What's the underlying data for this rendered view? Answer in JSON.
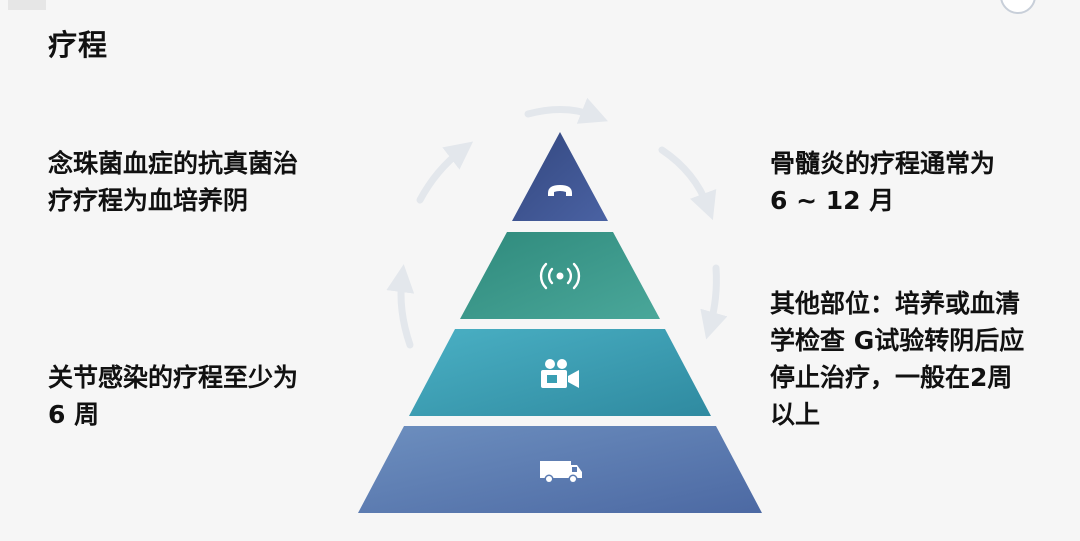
{
  "slide": {
    "title": "疗程",
    "notes": {
      "top_left": {
        "line1": "念珠菌血症的抗真菌治",
        "line2": "疗疗程为血培养阴"
      },
      "bottom_left": {
        "line1": "关节感染的疗程至少为",
        "line2": "6 周"
      },
      "top_right": {
        "line1": "骨髓炎的疗程通常为",
        "line2": "6 ~ 12 月"
      },
      "middle_right": {
        "line1": "其他部位：培养或血清",
        "line2": "学检查 G试验转阴后应",
        "line3": "停止治疗，一般在2周",
        "line4": "以上"
      }
    }
  },
  "pyramid": {
    "tiers": [
      {
        "icon": "phone-icon",
        "color": "#3b4f8e"
      },
      {
        "icon": "wireless-signal-icon",
        "color": "#3d9a8a"
      },
      {
        "icon": "video-camera-icon",
        "color": "#3a9fb3"
      },
      {
        "icon": "truck-icon",
        "color": "#5b7bb1"
      }
    ],
    "cycle_arrow_color": "#e3e7ec"
  }
}
